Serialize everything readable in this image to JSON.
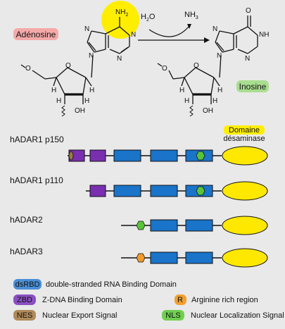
{
  "reaction": {
    "reactant_name": "Adénosine",
    "product_name": "Inosine",
    "reagent_in": "H",
    "reagent_in_sub": "2",
    "reagent_in_tail": "O",
    "reagent_out": "NH",
    "reagent_out_sub": "3",
    "atoms": {
      "N": "N",
      "NH": "NH",
      "NH2_main": "NH",
      "NH2_sub": "2",
      "O": "O",
      "H": "H",
      "OH": "OH"
    }
  },
  "domaine_label": [
    "Domaine",
    "désaminase"
  ],
  "proteins": [
    {
      "name": "hADAR1 p150"
    },
    {
      "name": "hADAR1 p110"
    },
    {
      "name": "hADAR2"
    },
    {
      "name": "hADAR3"
    }
  ],
  "legend": [
    {
      "abbr": "dsRBD",
      "desc": "double-stranded RNA Binding Domain",
      "color": "#4a8fd6"
    },
    {
      "abbr": "ZBD",
      "desc": "Z-DNA Binding Domain",
      "color": "#8a4fc2"
    },
    {
      "abbr": "R",
      "desc": "Arginine rich region",
      "color": "#f0a030"
    },
    {
      "abbr": "NES",
      "desc": "Nuclear Export Signal",
      "color": "#b08a5a"
    },
    {
      "abbr": "NLS",
      "desc": "Nuclear Localization Signal",
      "color": "#6fcf4f"
    }
  ],
  "colors": {
    "dsrbd": "#1a74c9",
    "zbd": "#7a2fb0",
    "nls": "#59c43a",
    "r_region": "#f29a2a",
    "nes": "#9a7a4a",
    "deaminase": "#ffe800",
    "highlight": "#ffee00",
    "adenosine_label_bg": "#f5a9a9",
    "inosine_label_bg": "#a9dd8f"
  }
}
